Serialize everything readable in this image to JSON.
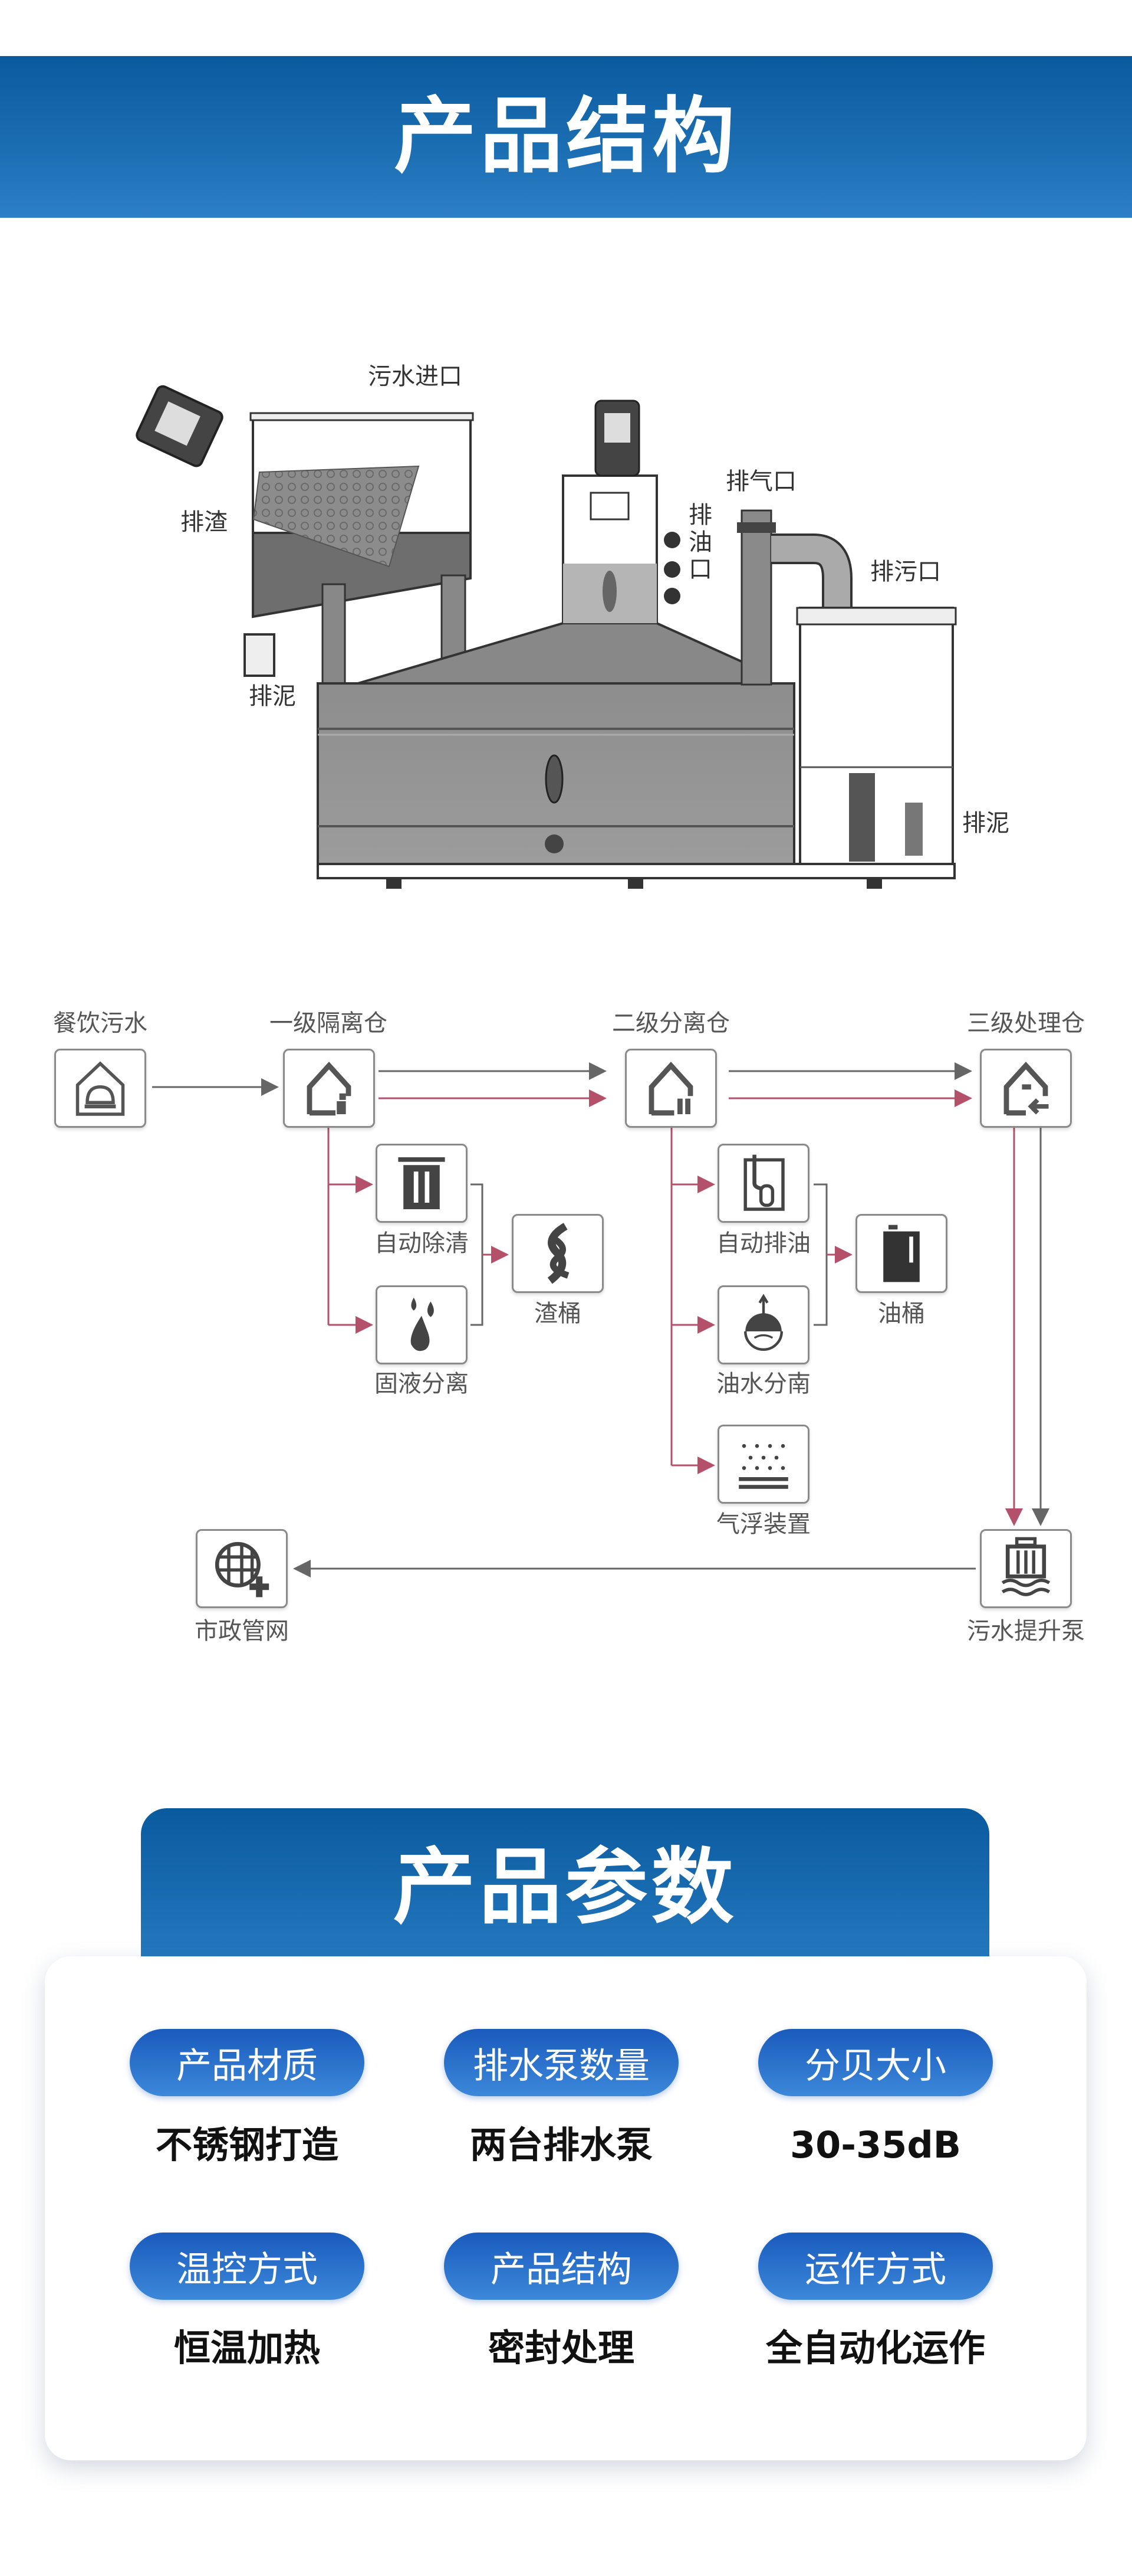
{
  "structure_section": {
    "title": "产品结构",
    "machine_labels": {
      "inlet": "污水进口",
      "slag_outlet": "排渣",
      "sludge_left": "排泥",
      "vent": "排气口",
      "oil_outlet": [
        "排",
        "油",
        "口"
      ],
      "sewage_outlet": "排污口",
      "sludge_right": "排泥"
    }
  },
  "flow": {
    "nodes": {
      "source": {
        "label": "餐饮污水",
        "icon": "kitchen-house-icon"
      },
      "stage1": {
        "label": "一级隔离仓",
        "icon": "house-icon"
      },
      "stage2": {
        "label": "二级分离仓",
        "icon": "house-icon"
      },
      "stage3": {
        "label": "三级处理仓",
        "icon": "house-return-icon"
      },
      "auto_clean": {
        "label": "自动除清",
        "icon": "trash-bin-icon"
      },
      "solid_liquid": {
        "label": "固液分离",
        "icon": "water-drops-icon"
      },
      "slag_bucket": {
        "label": "渣桶",
        "icon": "spiral-icon"
      },
      "auto_oil": {
        "label": "自动排油",
        "icon": "oil-tube-icon"
      },
      "oil_water": {
        "label": "油水分南",
        "icon": "float-ball-icon"
      },
      "air_float": {
        "label": "气浮装置",
        "icon": "bubbles-icon"
      },
      "oil_bucket": {
        "label": "油桶",
        "icon": "oil-can-icon"
      },
      "lift_pump": {
        "label": "污水提升泵",
        "icon": "pump-waves-icon"
      },
      "municipal": {
        "label": "市政管网",
        "icon": "globe-plus-icon"
      }
    },
    "colors": {
      "gray_line": "#666666",
      "red_line": "#b4506a"
    }
  },
  "params_section": {
    "title": "产品参数",
    "items": [
      {
        "label": "产品材质",
        "value": "不锈钢打造"
      },
      {
        "label": "排水泵数量",
        "value": "两台排水泵"
      },
      {
        "label": "分贝大小",
        "value": "30-35dB"
      },
      {
        "label": "温控方式",
        "value": "恒温加热"
      },
      {
        "label": "产品结构",
        "value": "密封处理"
      },
      {
        "label": "运作方式",
        "value": "全自动化运作"
      }
    ]
  }
}
